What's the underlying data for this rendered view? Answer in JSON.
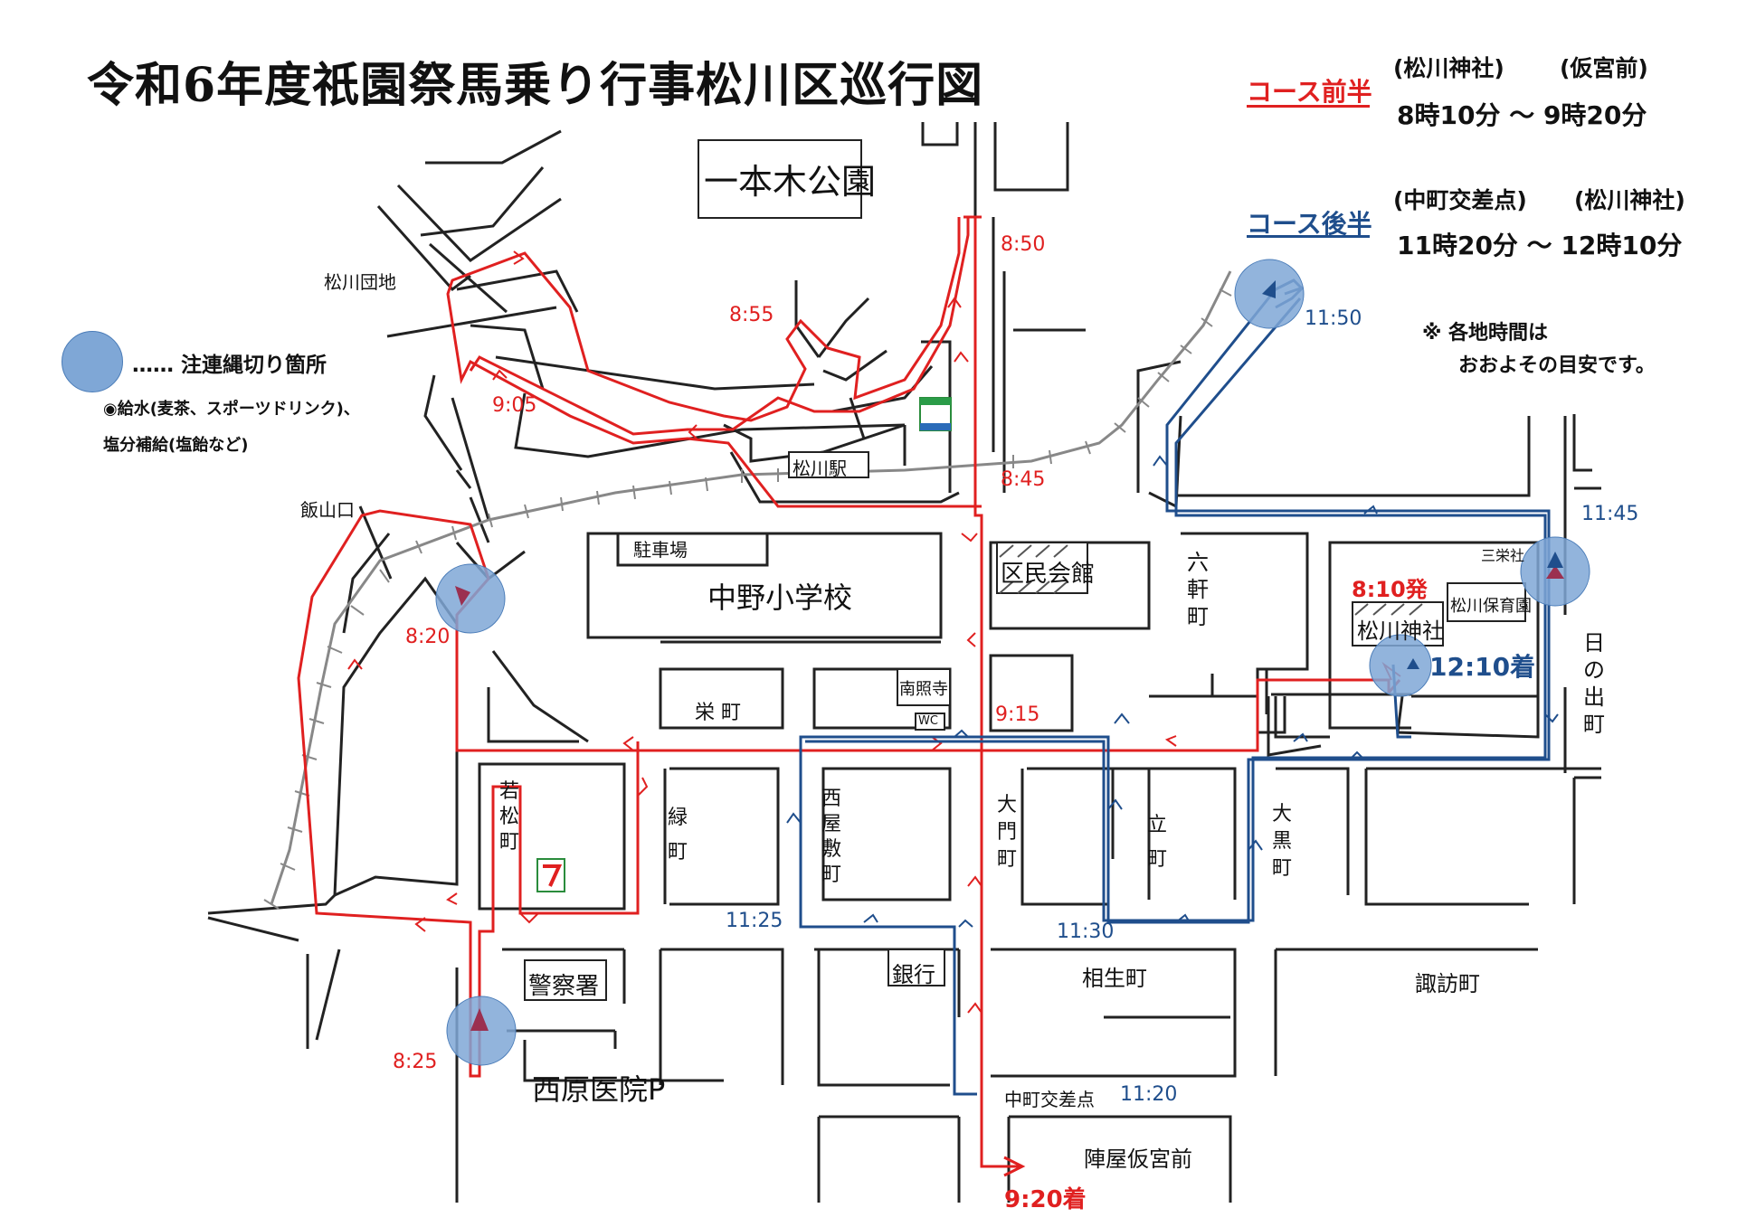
{
  "title": "令和6年度祇園祭馬乗り行事松川区巡行図",
  "legend": {
    "first_half": {
      "label": "コース前半",
      "from": "(松川神社)",
      "to": "(仮宮前)",
      "time": "8時10分 ～ 9時20分",
      "color": "#e02020"
    },
    "second_half": {
      "label": "コース後半",
      "from": "(中町交差点)",
      "to": "(松川神社)",
      "time": "11時20分 ～ 12時10分",
      "color": "#1f4e8c"
    },
    "note_line1": "※ 各地時間は",
    "note_line2": "おおよその目安です。",
    "circle_label": "…… 注連縄切り箇所",
    "supply_line1": "◉給水(麦茶、スポーツドリンク)、",
    "supply_line2": "塩分補給(塩飴など)",
    "circle_color": "#7fa7d6"
  },
  "places": {
    "park": "一本木公園",
    "danchi": "松川団地",
    "station": "松川駅",
    "iiyamaguchi": "飯山口",
    "parking": "駐車場",
    "school": "中野小学校",
    "community_hall": "区民会館",
    "rokuken": "六軒町",
    "sanei": "三栄社",
    "shrine": "松川神社",
    "nursery": "松川保育園",
    "hinode": "日の出町",
    "sakae": "栄 町",
    "nanshoji": "南照寺",
    "wc": "WC",
    "wakamatsu": "若松町",
    "midori": "緑町",
    "nishiyashiki": "西屋敷町",
    "daimon": "大門町",
    "tate": "立町",
    "daikoku": "大黒町",
    "police": "警察署",
    "bank": "銀行",
    "aioi": "相生町",
    "suwa": "諏訪町",
    "nishihara": "西原医院P",
    "nakamachi": "中町交差点",
    "jinya": "陣屋仮宮前"
  },
  "times": {
    "t810": "8:10発",
    "t1210": "12:10着",
    "t845": "8:45",
    "t850": "8:50",
    "t855": "8:55",
    "t905": "9:05",
    "t820": "8:20",
    "t825": "8:25",
    "t915": "9:15",
    "t920": "9:20着",
    "t1120": "11:20",
    "t1125": "11:25",
    "t1130": "11:30",
    "t1145": "11:45",
    "t1150": "11:50"
  },
  "colors": {
    "red_route": "#e02020",
    "blue_route": "#1f4e8c",
    "rail": "#888888",
    "road": "#222222"
  }
}
